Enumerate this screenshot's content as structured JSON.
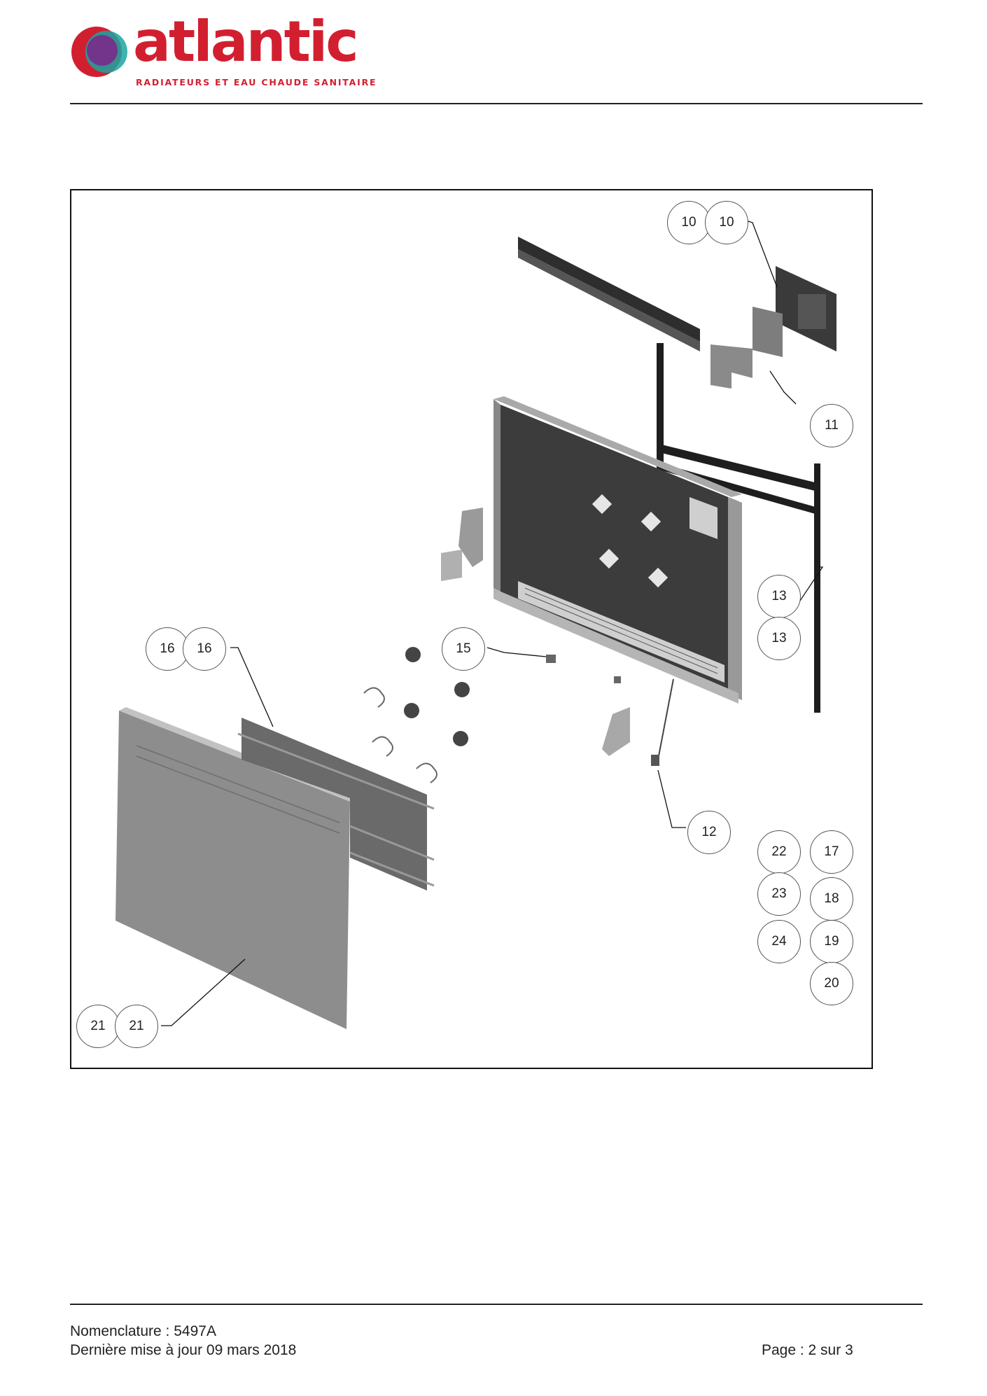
{
  "header": {
    "brand_name": "atlantic",
    "tagline": "RADIATEURS ET EAU CHAUDE SANITAIRE",
    "brand_color": "#d21f30",
    "logo_icon": "atlantic-circles-logo-icon"
  },
  "diagram": {
    "callouts": {
      "c10a": "10",
      "c10b": "10",
      "c11": "11",
      "c13a": "13",
      "c13b": "13",
      "c16a": "16",
      "c16b": "16",
      "c15": "15",
      "c12": "12",
      "c22": "22",
      "c17": "17",
      "c23": "23",
      "c18": "18",
      "c24": "24",
      "c19": "19",
      "c20": "20",
      "c21a": "21",
      "c21b": "21"
    }
  },
  "footer": {
    "nomenclature": "Nomenclature : 5497A",
    "last_update": "Dernière mise à jour 09 mars 2018",
    "page": "Page : 2 sur 3"
  }
}
